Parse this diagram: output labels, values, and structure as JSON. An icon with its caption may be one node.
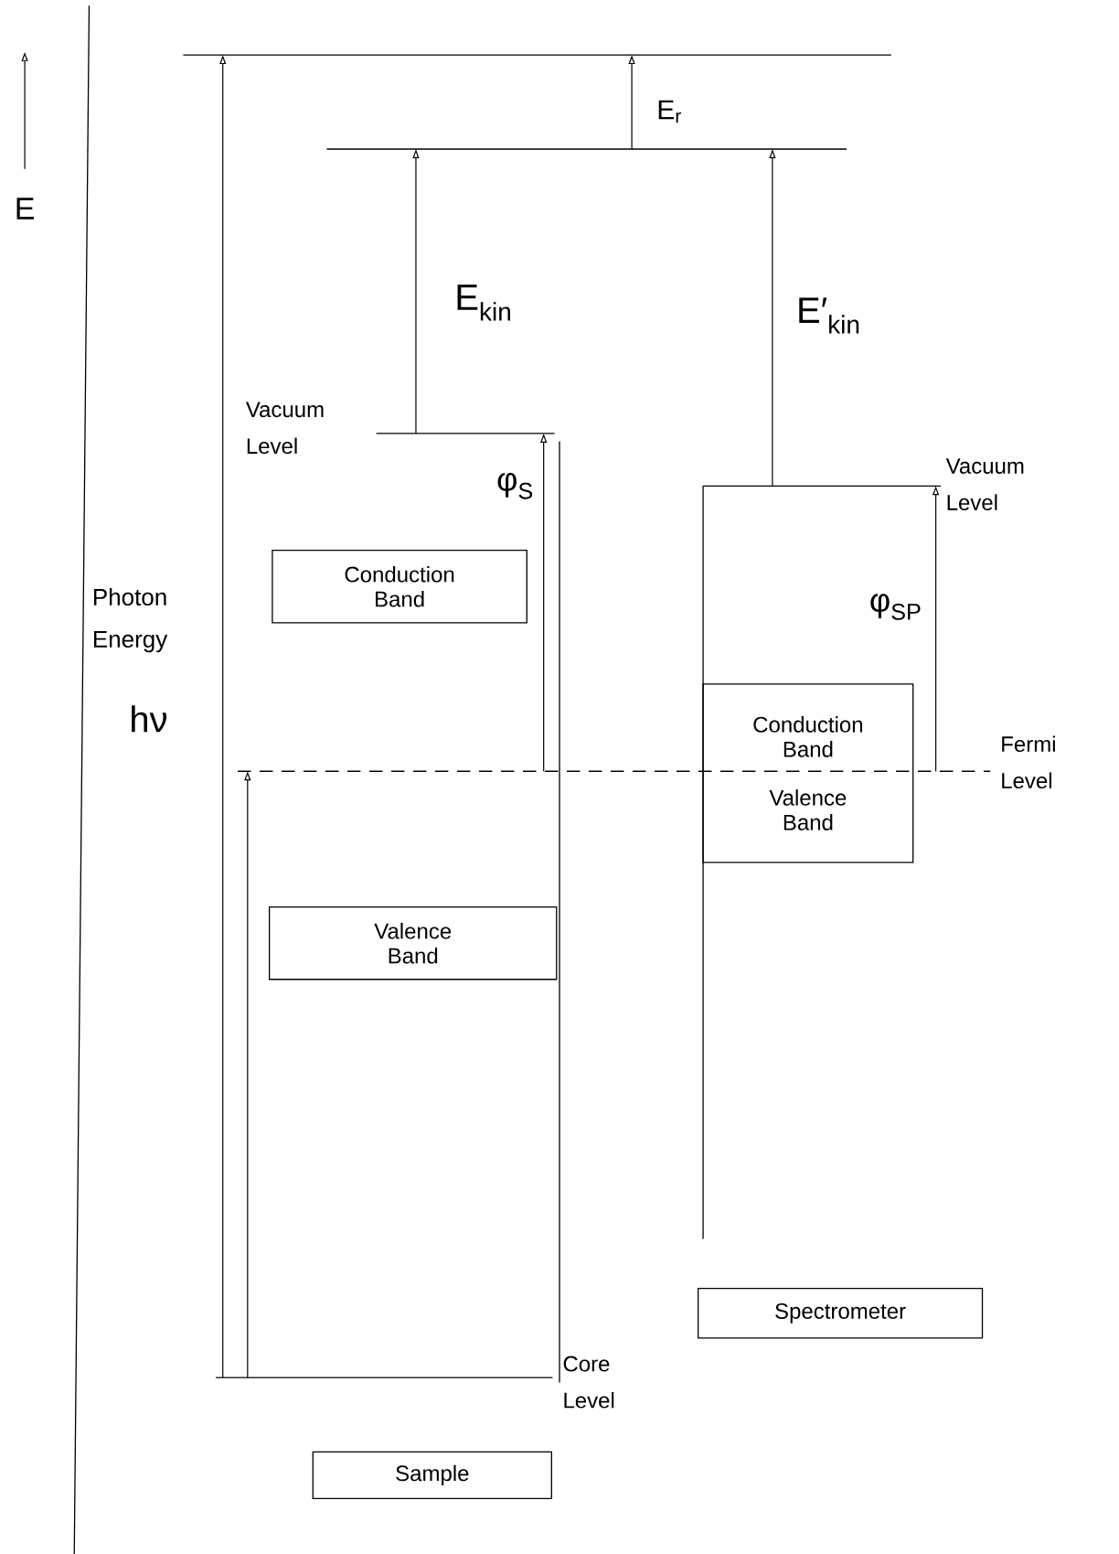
{
  "diagram": {
    "nodes": [
      {
        "text": [],
        "shape": "bar"
      },
      {
        "text": [],
        "shape": "bar"
      },
      {
        "text": [],
        "shape": "bar",
        "beside": [
          "Vacuum Level"
        ]
      },
      {
        "text": [
          "Conduction Band"
        ]
      },
      {
        "text": [],
        "shape": "bar",
        "beside": [
          "Fermi Level"
        ]
      },
      {
        "text": [
          "Valence Band"
        ]
      },
      {
        "text": [],
        "shape": "bar",
        "beside": [
          "Core Level"
        ]
      },
      {
        "text": [
          "Sample"
        ]
      },
      {
        "text": [],
        "shape": "bar",
        "beside": [
          "Vacuum Level"
        ]
      },
      {
        "text": [
          "Conduction Band",
          "Valence Band"
        ]
      },
      {
        "text": [
          "Spectrometer"
        ]
      }
    ],
    "edges": [
      {
        "from": 6,
        "to": 0,
        "arrow": "to",
        "label": "Photon Energy"
      },
      {
        "from": 1,
        "to": 0,
        "arrow": "to",
        "label": "E$_{r}$"
      },
      {
        "from": 2,
        "to": 1,
        "arrow": "to",
        "label": "E$_{kin}$"
      },
      {
        "from": 8,
        "to": 1,
        "arrow": "to",
        "label": "E′$_{kin}$"
      },
      {
        "from": 4,
        "to": 2,
        "arrow": "to",
        "label": "φ$_{S}$"
      },
      {
        "from": 4,
        "to": 8,
        "arrow": "to",
        "label": "φ$_{SP}$"
      },
      {
        "from": 6,
        "to": 4,
        "arrow": "to"
      }
    ],
    "labels": [
      "E",
      "hν"
    ]
  }
}
